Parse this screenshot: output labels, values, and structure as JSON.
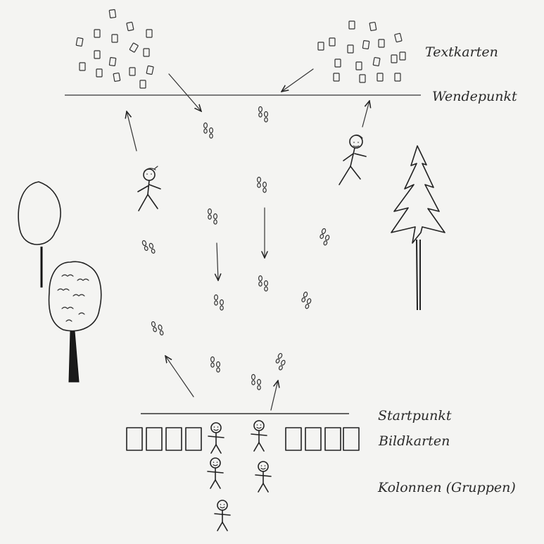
{
  "labels": {
    "text_cards": "Textkarten",
    "turning_point": "Wendepunkt",
    "start_point": "Startpunkt",
    "picture_cards": "Bildkarten",
    "columns_groups": "Kolonnen (Gruppen)"
  },
  "icons": {
    "text_card": "small-card-icon",
    "picture_card": "card-icon",
    "footprints": "footprints-icon",
    "runner": "stick-figure-icon",
    "tree": "tree-icon",
    "fir_tree": "fir-tree-icon",
    "arrow": "arrow-icon"
  },
  "colors": {
    "ink": "#222222",
    "paper": "#f4f4f2"
  }
}
